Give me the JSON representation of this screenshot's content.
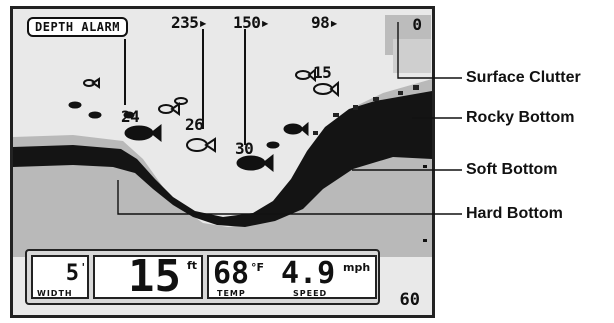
{
  "screen": {
    "alarm_label": "DEPTH ALARM",
    "range_top": "0",
    "range_bottom": "60",
    "depth_labels": [
      {
        "id": "d235",
        "text": "235▸"
      },
      {
        "id": "d150",
        "text": "150▸"
      },
      {
        "id": "d98",
        "text": "98▸"
      },
      {
        "id": "d15",
        "text": "15"
      },
      {
        "id": "d24",
        "text": "24"
      },
      {
        "id": "d26",
        "text": "26"
      },
      {
        "id": "d30",
        "text": "30"
      }
    ]
  },
  "readout": {
    "width_value": "5",
    "width_unit": "'",
    "width_label": "WIDTH",
    "depth_value": "15",
    "depth_unit": "ft",
    "temp_value": "68",
    "temp_unit": "°F",
    "temp_label": "TEMP",
    "speed_value": "4.9",
    "speed_unit": "mph",
    "speed_label": "SPEED"
  },
  "callouts": {
    "surface_clutter": "Surface Clutter",
    "rocky_bottom": "Rocky Bottom",
    "soft_bottom": "Soft Bottom",
    "hard_bottom": "Hard Bottom"
  }
}
